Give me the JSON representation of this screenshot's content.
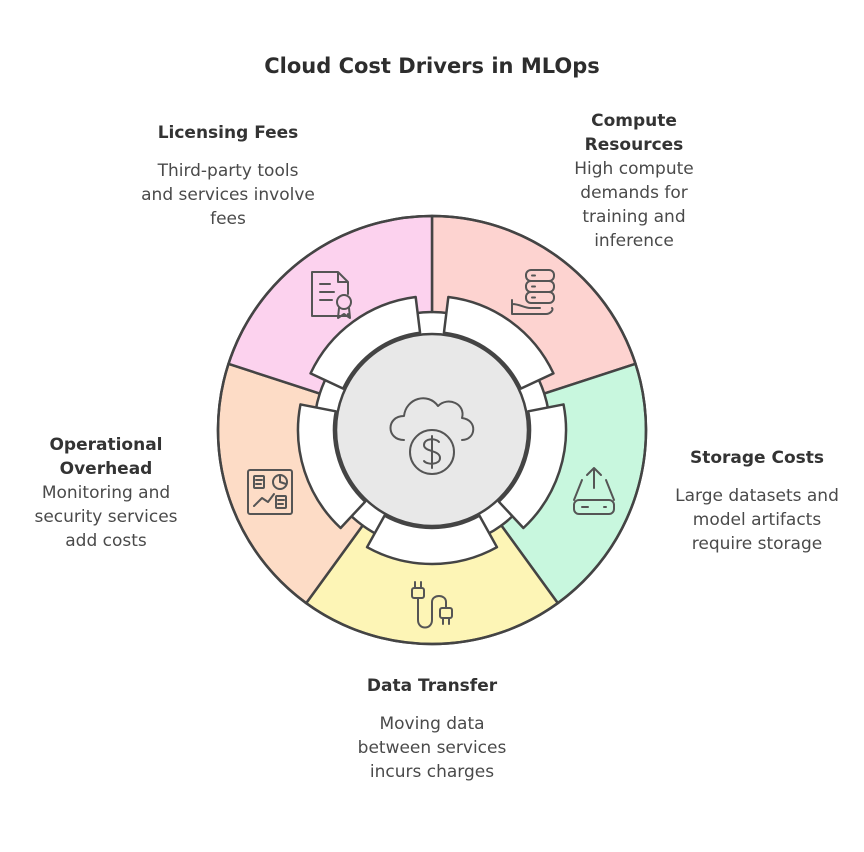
{
  "title": "Cloud Cost Drivers in MLOps",
  "colors": {
    "compute": "#fdd3d0",
    "storage": "#c8f7de",
    "transfer": "#fdf5b6",
    "overhead": "#fddcc6",
    "licensing": "#fcd2ee",
    "hub": "#e8e8e8",
    "outline": "#444444"
  },
  "segments": [
    {
      "key": "licensing",
      "title": "Licensing Fees",
      "description": "Third-party tools and services involve fees",
      "icon": "certificate-document-icon"
    },
    {
      "key": "compute",
      "title": "Compute Resources",
      "description": "High compute demands for training and inference",
      "icon": "server-stack-icon"
    },
    {
      "key": "storage",
      "title": "Storage Costs",
      "description": "Large datasets and model artifacts require storage",
      "icon": "upload-drive-icon"
    },
    {
      "key": "transfer",
      "title": "Data Transfer",
      "description": "Moving data between services incurs charges",
      "icon": "usb-cable-icon"
    },
    {
      "key": "overhead",
      "title": "Operational Overhead",
      "description": "Monitoring and security services add costs",
      "icon": "dashboard-icon"
    }
  ],
  "center": {
    "icon": "cloud-dollar-icon"
  }
}
